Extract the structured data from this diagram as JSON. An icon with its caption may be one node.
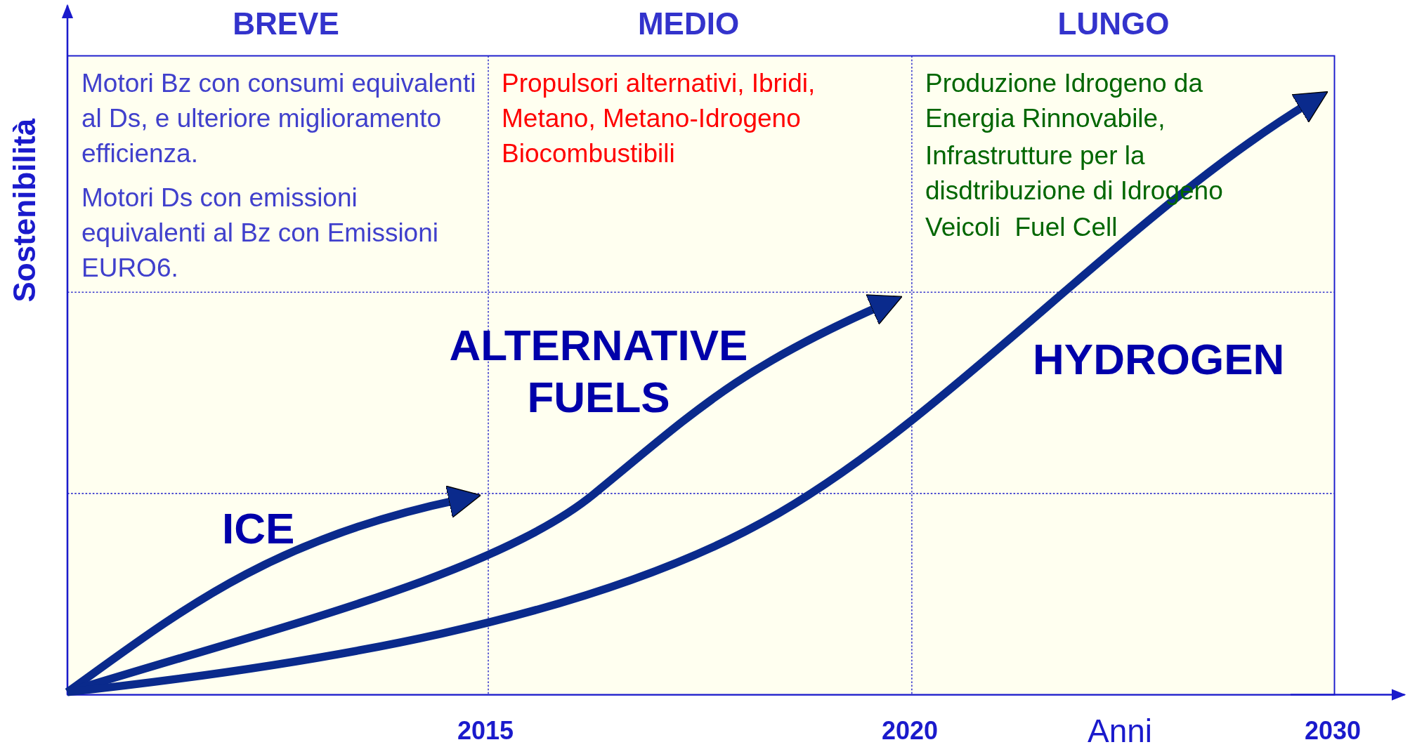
{
  "diagram": {
    "labels": [
      "Sostenibilità",
      "BREVE",
      "MEDIO",
      "LUNGO",
      "Motori Bz con consumi equivalenti al Ds, e ulteriore miglioramento efficienza.",
      "Motori Ds con emissioni equivalenti al Bz con Emissioni EURO6.",
      "Propulsori alternativi, Ibridi, Metano, Metano-Idrogeno Biocombustibili",
      "Produzione Idrogeno da Energia Rinnovabile,",
      "Infrastrutture per la disdtribuzione di Idrogeno",
      "Veicoli  Fuel Cell",
      "ALTERNATIVE FUELS",
      "HYDROGEN",
      "ICE",
      "2015",
      "2020",
      "Anni",
      "2030"
    ]
  }
}
